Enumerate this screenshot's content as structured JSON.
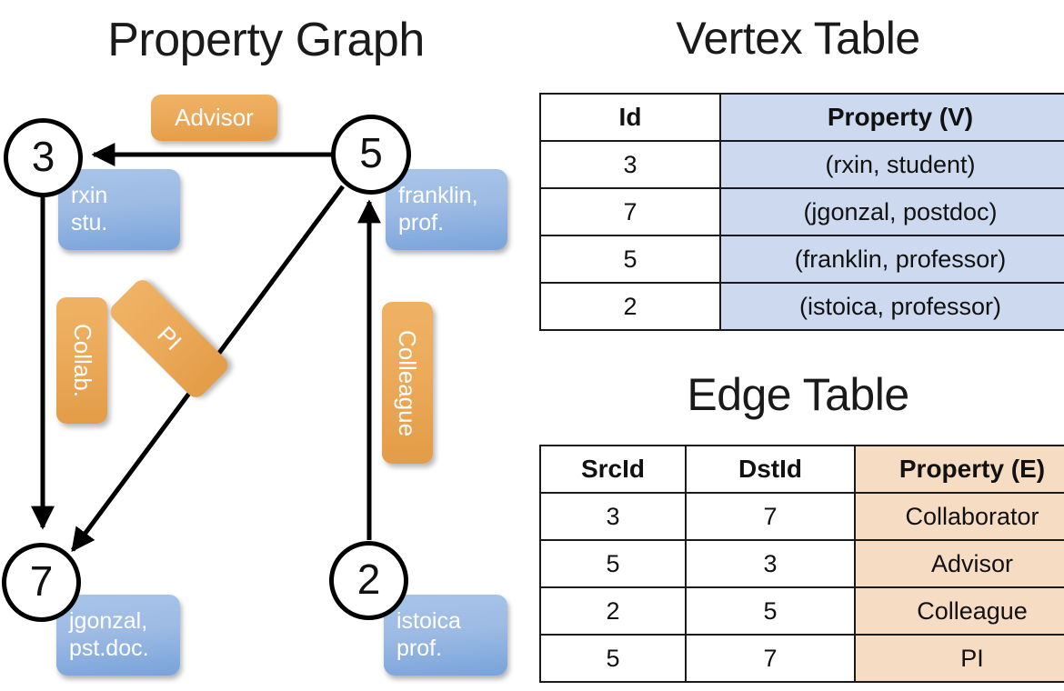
{
  "titles": {
    "property_graph": "Property Graph",
    "vertex_table": "Vertex Table",
    "edge_table": "Edge Table"
  },
  "colors": {
    "node_stroke": "#000000",
    "vertex_property_fill": "#ccd9ee",
    "edge_property_fill": "#f6dcc2",
    "vertex_box_blue": "#9dbbe4",
    "edge_label_orange": "#ecab5c",
    "background": "#ffffff"
  },
  "graph": {
    "nodes": [
      {
        "id": "3",
        "property_lines": [
          "rxin",
          "stu."
        ]
      },
      {
        "id": "5",
        "property_lines": [
          "franklin,",
          "prof."
        ]
      },
      {
        "id": "7",
        "property_lines": [
          "jgonzal,",
          "pst.doc."
        ]
      },
      {
        "id": "2",
        "property_lines": [
          "istoica",
          "prof."
        ]
      }
    ],
    "edge_labels": [
      {
        "name": "advisor",
        "text": "Advisor",
        "orientation": "horizontal"
      },
      {
        "name": "collab",
        "text": "Collab.",
        "orientation": "vertical"
      },
      {
        "name": "pi",
        "text": "PI",
        "orientation": "diagonal"
      },
      {
        "name": "colleague",
        "text": "Colleague",
        "orientation": "vertical"
      }
    ],
    "edges": [
      {
        "src": "5",
        "dst": "3",
        "label": "Advisor"
      },
      {
        "src": "3",
        "dst": "7",
        "label": "Collab."
      },
      {
        "src": "5",
        "dst": "7",
        "label": "PI"
      },
      {
        "src": "2",
        "dst": "5",
        "label": "Colleague"
      }
    ]
  },
  "vertex_table": {
    "headers": [
      "Id",
      "Property (V)"
    ],
    "rows": [
      {
        "id": "3",
        "property": "(rxin, student)"
      },
      {
        "id": "7",
        "property": "(jgonzal, postdoc)"
      },
      {
        "id": "5",
        "property": "(franklin, professor)"
      },
      {
        "id": "2",
        "property": "(istoica, professor)"
      }
    ]
  },
  "edge_table": {
    "headers": [
      "SrcId",
      "DstId",
      "Property (E)"
    ],
    "rows": [
      {
        "src": "3",
        "dst": "7",
        "property": "Collaborator"
      },
      {
        "src": "5",
        "dst": "3",
        "property": "Advisor"
      },
      {
        "src": "2",
        "dst": "5",
        "property": "Colleague"
      },
      {
        "src": "5",
        "dst": "7",
        "property": "PI"
      }
    ]
  }
}
